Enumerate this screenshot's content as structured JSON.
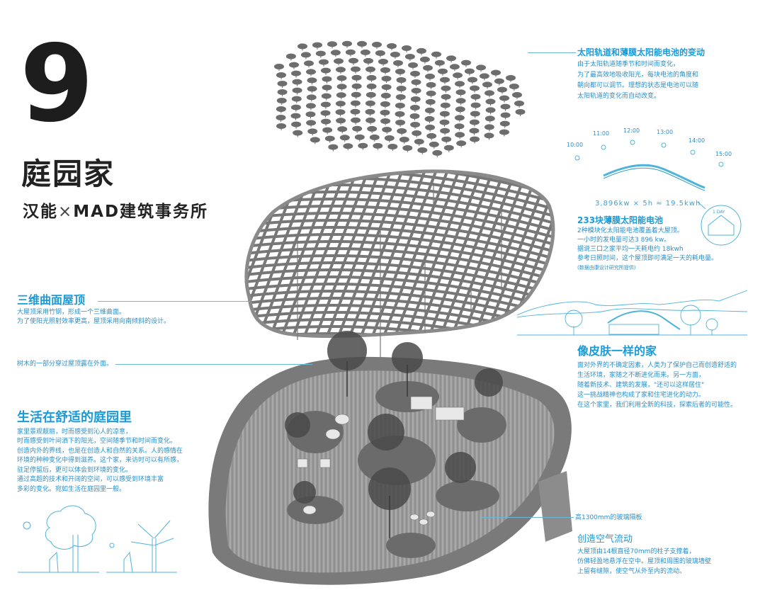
{
  "page": {
    "number": "9",
    "title": "庭园家",
    "subtitle": {
      "left": "汉能",
      "cross": "×",
      "right": "MAD建筑事务所"
    }
  },
  "annotations": {
    "solar_tracking": {
      "heading": "太阳轨道和薄膜太阳能电池的变动",
      "lines": [
        "由于太阳轨道随季节和时间而变化，",
        "为了最高效地吸收阳光，每块电池的角度和",
        "朝向都可以调节。理想的状态是电池可以随",
        "太阳轨道的变化而自动改变。"
      ]
    },
    "sun_path_diagram": {
      "times": [
        "10:00",
        "11:00",
        "12:00",
        "13:00",
        "14:00",
        "15:00"
      ],
      "formula": "3,896kw × 5h ≈ 19.5kwh",
      "bubble_label": "1 DAY"
    },
    "thin_film_panels": {
      "heading": "233块薄膜太阳能电池",
      "lines": [
        "2种模块化太阳能电池覆盖着大屋顶。",
        "一小时的发电量可达3 896 kw。",
        "据说三口之家平均一天耗电约 18kwh",
        "参考日照时间，这个屋顶即可满足一天的耗电量。"
      ],
      "note": "(数据由康设计研究所提供)"
    },
    "curved_roof": {
      "heading": "三维曲面屋顶",
      "lines": [
        "大屋顶采用竹钢，形成一个三维曲面。",
        "为了使阳光照射效率更高，屋顶采用向南倾斜的设计。"
      ]
    },
    "tree_through_roof": {
      "text": "树木的一部分穿过屋顶露在外面。"
    },
    "skin_home": {
      "heading": "像皮肤一样的家",
      "lines": [
        "面对外界的不确定因素，人类为了保护自己而创造舒适的",
        "生活环境，家随之不断进化而来。另一方面，",
        "随着新技术、建筑的发展，\"还可以这样居住\"",
        "这一挑战精神也构成了家和住宅进化的动力。",
        "在这个家里，我们利用全新的科技，探索后者的可能性。"
      ]
    },
    "garden_living": {
      "heading": "生活在舒适的庭园里",
      "lines": [
        "家里景观靓丽，时而感受到沁人的凉意，",
        "时而感受到叶间洒下的阳光，空间随季节和时间而变化。",
        "创造内外的界线，也是在创造人和自然的关系。人的感情在",
        "环境的种种变化中得到滋养。这个家，来访时可以有所感，",
        "驻足停留后，更可以体会到环境的变化。",
        "通过高超的技术和开阔的空间，可以感受到环境丰富",
        "多彩的变化。宛如生活在庭园里一般。"
      ]
    },
    "glass_partition": {
      "text": "高1300mm的玻璃隔板"
    },
    "air_flow": {
      "heading": "创造空气流动",
      "lines": [
        "大屋顶由14根直径70mm的柱子支撑着，",
        "仿佛轻盈地悬浮在空中。屋顶和周围的玻璃墙壁",
        "上留有缝隙，使空气从外至内的流动。"
      ]
    }
  },
  "illustrations": {
    "solar_panel_array": "exploded-solar-panel-layer",
    "roof_grid": "bamboo-steel-roof-grid",
    "garden_floor": "garden-floor-plan-render",
    "landscape_sketch": "landscape-section-sketch",
    "tree_sketches": [
      "summer-tree-sketch",
      "winter-tree-sketch"
    ]
  },
  "colors": {
    "accent": "#1b9ad8",
    "text_dark": "#1d1d1d",
    "render_gray": "#6e6e6e",
    "leader_line": "#6ab8d6"
  }
}
